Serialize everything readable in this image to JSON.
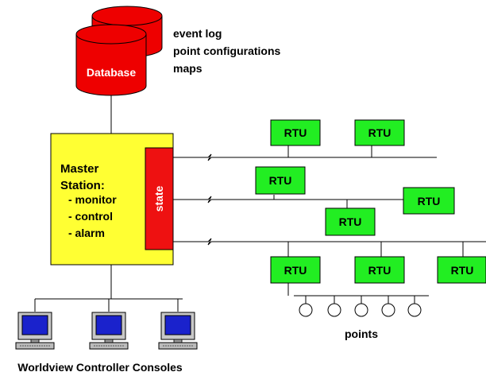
{
  "database": {
    "label": "Database",
    "notes": [
      "event log",
      "point configurations",
      "maps"
    ]
  },
  "master_station": {
    "title_lines": [
      "Master",
      "Station:"
    ],
    "functions": [
      "- monitor",
      "- control",
      "- alarm"
    ],
    "state_label": "state"
  },
  "rtu_label": "RTU",
  "points_label": "points",
  "consoles_label": "Worldview Controller Consoles",
  "colors": {
    "database_fill": "#ee0000",
    "master_fill": "#ffff33",
    "state_fill": "#ee1111",
    "rtu_fill": "#22ee22",
    "monitor_screen": "#1a22cc"
  }
}
